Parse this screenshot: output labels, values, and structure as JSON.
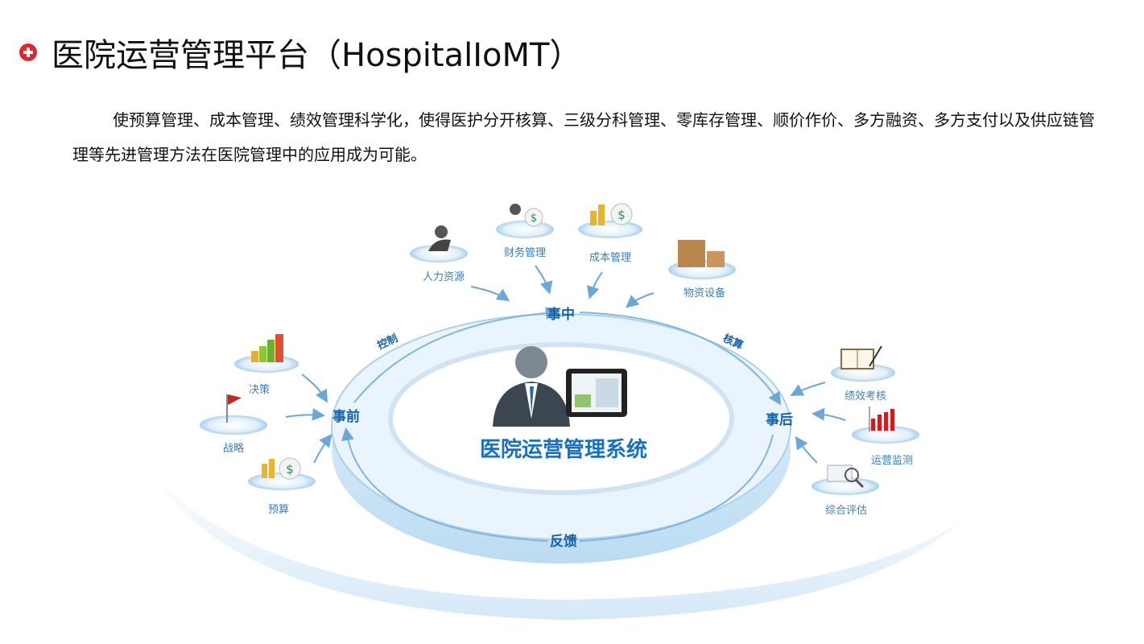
{
  "header": {
    "title": "医院运营管理平台（HospitalIoMT）",
    "icon": "red-cross-circle-icon",
    "accent": "#e0282c"
  },
  "intro": "使预算管理、成本管理、绩效管理科学化，使得医护分开核算、三级分科管理、零库存管理、顺价作价、多方融资、多方支付以及供应链管理等先进管理方法在医院管理中的应用成为可能。",
  "diagram": {
    "center_title": "医院运营管理系统",
    "stages": {
      "before": "事前",
      "during": "事中",
      "after": "事后",
      "feedback": "反馈",
      "control": "控制",
      "accounting": "核算"
    },
    "before_nodes": [
      {
        "label": "决策",
        "icon": "bar-chart-icon"
      },
      {
        "label": "战略",
        "icon": "flag-icon"
      },
      {
        "label": "预算",
        "icon": "money-bag-icon"
      }
    ],
    "during_nodes": [
      {
        "label": "人力资源",
        "icon": "person-icon"
      },
      {
        "label": "财务管理",
        "icon": "person-money-icon"
      },
      {
        "label": "成本管理",
        "icon": "coins-money-icon"
      },
      {
        "label": "物资设备",
        "icon": "boxes-icon"
      }
    ],
    "after_nodes": [
      {
        "label": "绩效考核",
        "icon": "notebook-icon"
      },
      {
        "label": "运营监测",
        "icon": "rising-bars-icon"
      },
      {
        "label": "综合评估",
        "icon": "magnifier-chart-icon"
      }
    ],
    "colors": {
      "ring": "#d6eaf8",
      "label": "#1463a8",
      "center_title": "#1a6fc0"
    }
  }
}
